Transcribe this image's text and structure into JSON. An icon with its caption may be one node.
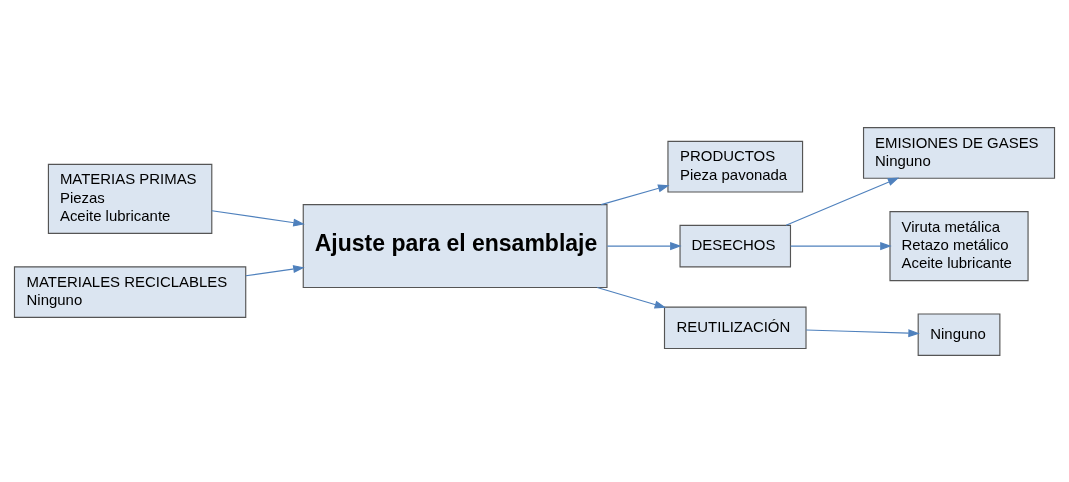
{
  "diagram": {
    "nodes": [
      {
        "text": [
          "MATERIAS PRIMAS",
          "Piezas",
          "Aceite lubricante"
        ]
      },
      {
        "text": [
          "PRODUCTOS",
          "Pieza pavonada"
        ]
      },
      {
        "text": [
          "Ajuste para el ensamblaje"
        ]
      },
      {
        "text": [
          "EMISIONES DE GASES",
          "Ninguno"
        ]
      },
      {
        "text": [
          "DESECHOS"
        ]
      },
      {
        "text": [
          "Viruta metálica",
          "Retazo metálico",
          "Aceite lubricante"
        ]
      },
      {
        "text": [
          "MATERIALES RECICLABLES",
          "Ninguno"
        ]
      },
      {
        "text": [
          "REUTILIZACIÓN"
        ]
      },
      {
        "text": [
          "Ninguno"
        ]
      }
    ],
    "edges": [
      {
        "from": 0,
        "to": 2,
        "arrow": "to"
      },
      {
        "from": 2,
        "to": 1,
        "arrow": "to"
      },
      {
        "from": 2,
        "to": 4,
        "arrow": "to"
      },
      {
        "from": 4,
        "to": 3,
        "arrow": "to"
      },
      {
        "from": 4,
        "to": 5,
        "arrow": "to"
      },
      {
        "from": 6,
        "to": 2,
        "arrow": "to"
      },
      {
        "from": 2,
        "to": 7,
        "arrow": "to"
      },
      {
        "from": 7,
        "to": 8,
        "arrow": "to"
      }
    ]
  }
}
